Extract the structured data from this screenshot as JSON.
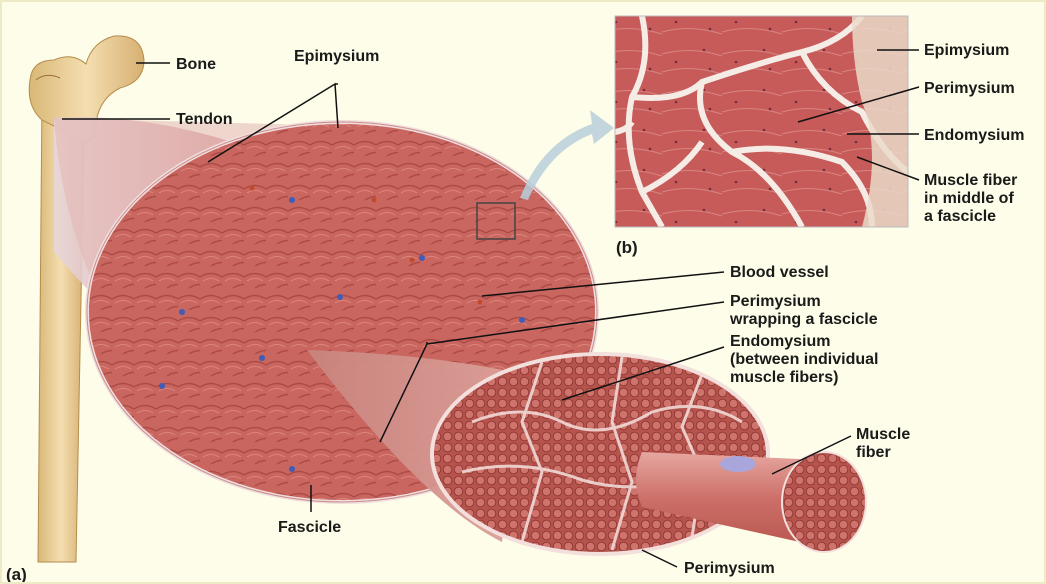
{
  "labels": {
    "bone": "Bone",
    "tendon": "Tendon",
    "epimysium_a": "Epimysium",
    "fascicle": "Fascicle",
    "blood_vessel": "Blood vessel",
    "perimysium_wrap": [
      "Perimysium",
      "wrapping a fascicle"
    ],
    "endomysium_a": [
      "Endomysium",
      "(between individual",
      "muscle fibers)"
    ],
    "muscle_fiber_a": [
      "Muscle",
      "fiber"
    ],
    "perimysium_bottom": "Perimysium",
    "epimysium_b": "Epimysium",
    "perimysium_b": "Perimysium",
    "endomysium_b": "Endomysium",
    "muscle_fiber_b": [
      "Muscle fiber",
      "in middle of",
      "a fascicle"
    ]
  },
  "panels": {
    "a": "(a)",
    "b": "(b)"
  },
  "colors": {
    "background": "#fdfde9",
    "muscle": "#c4645e",
    "muscle_dark": "#9e3f3b",
    "bone": "#ecd3a0",
    "connective": "#f3e4e0",
    "micrograph": "#c65b5a"
  }
}
